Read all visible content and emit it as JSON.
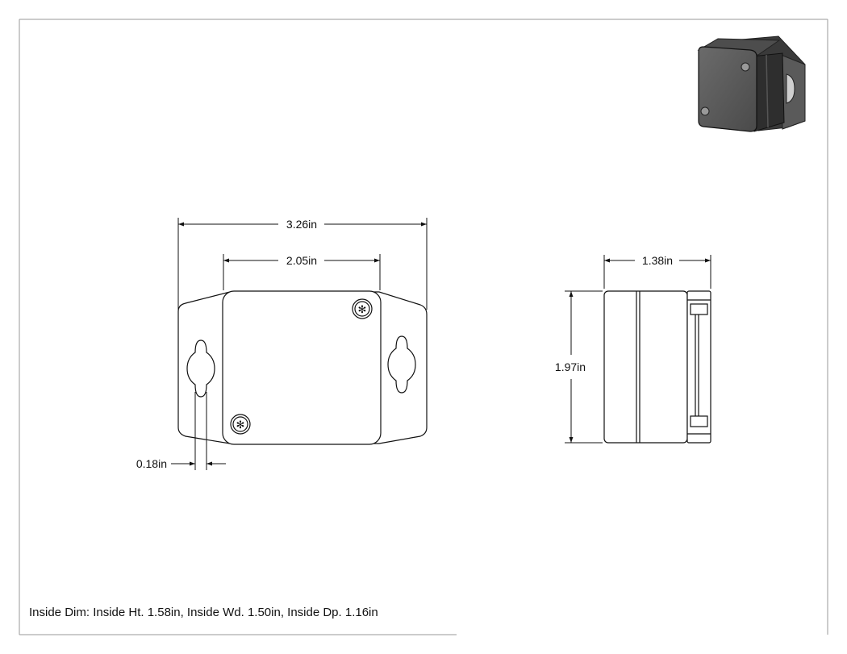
{
  "dimensions": {
    "overall_width": "3.26in",
    "body_width": "2.05in",
    "side_depth": "1.38in",
    "side_height": "1.97in",
    "slot_width": "0.18in"
  },
  "notes": {
    "inside_dims": "Inside Dim: Inside Ht. 1.58in, Inside Wd. 1.50in, Inside Dp. 1.16in"
  },
  "icons": {
    "isometric_preview": "enclosure-3d-icon",
    "screw": "torx-screw-icon"
  }
}
